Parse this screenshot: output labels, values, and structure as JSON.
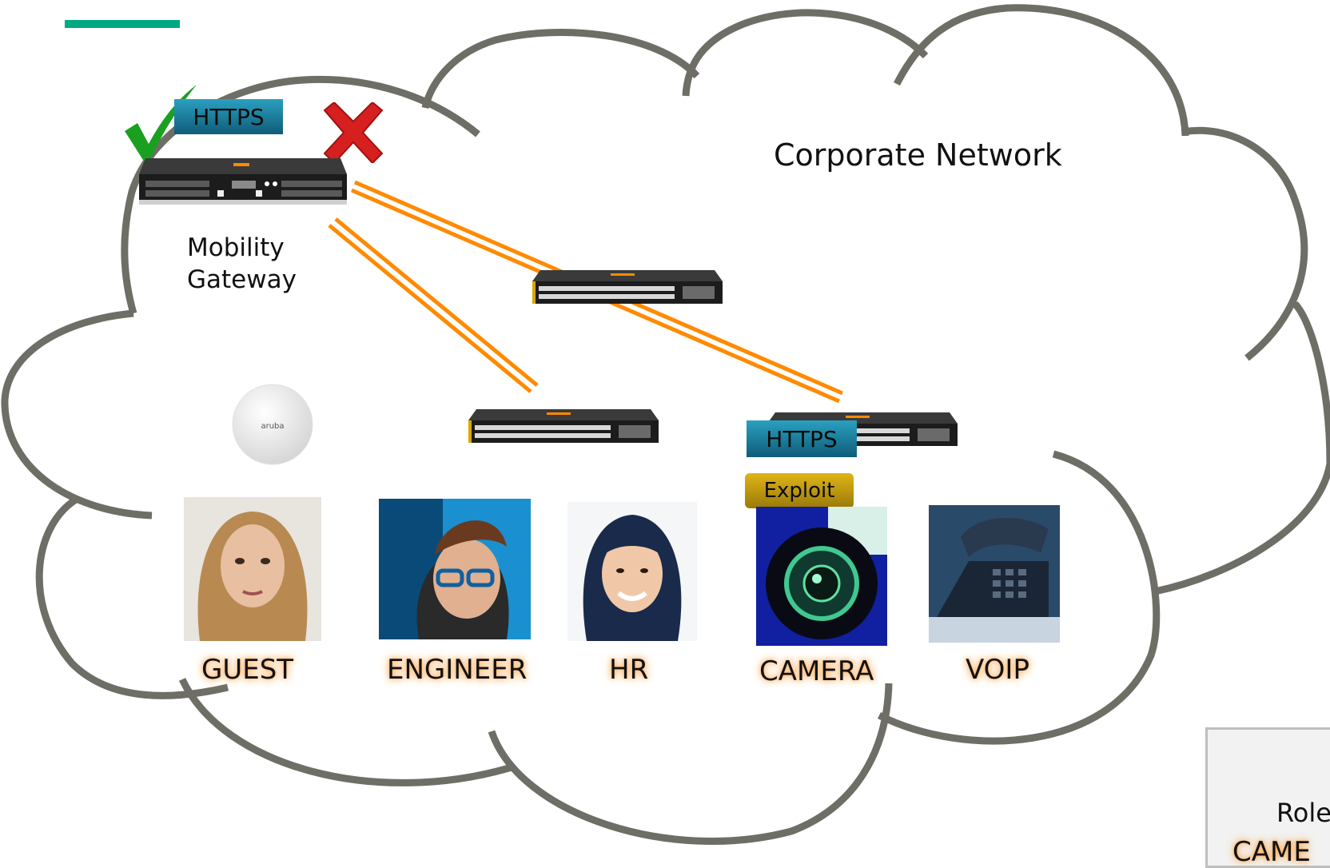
{
  "cloud": {
    "title": "Corporate Network"
  },
  "gateway": {
    "label_line1": "Mobility",
    "label_line2": "Gateway"
  },
  "badges": {
    "https_top": "HTTPS",
    "https_camera": "HTTPS",
    "exploit": "Exploit"
  },
  "roles": [
    {
      "label": "GUEST"
    },
    {
      "label": "ENGINEER"
    },
    {
      "label": "HR"
    },
    {
      "label": "CAMERA"
    },
    {
      "label": "VOIP"
    }
  ],
  "ap": {
    "brand": "aruba"
  },
  "corner": {
    "role_label": "Role",
    "role_value": "CAME"
  },
  "colors": {
    "accent_bar": "#01A982",
    "cloud_stroke": "#6e6e66",
    "tunnel": "#ff8a00",
    "check": "#1aa020",
    "cross": "#d62020",
    "https_badge": "#1b7c9a",
    "exploit_badge": "#c9a20e"
  },
  "icons": [
    "check-icon",
    "cross-icon",
    "switch-icon",
    "access-point-icon"
  ]
}
